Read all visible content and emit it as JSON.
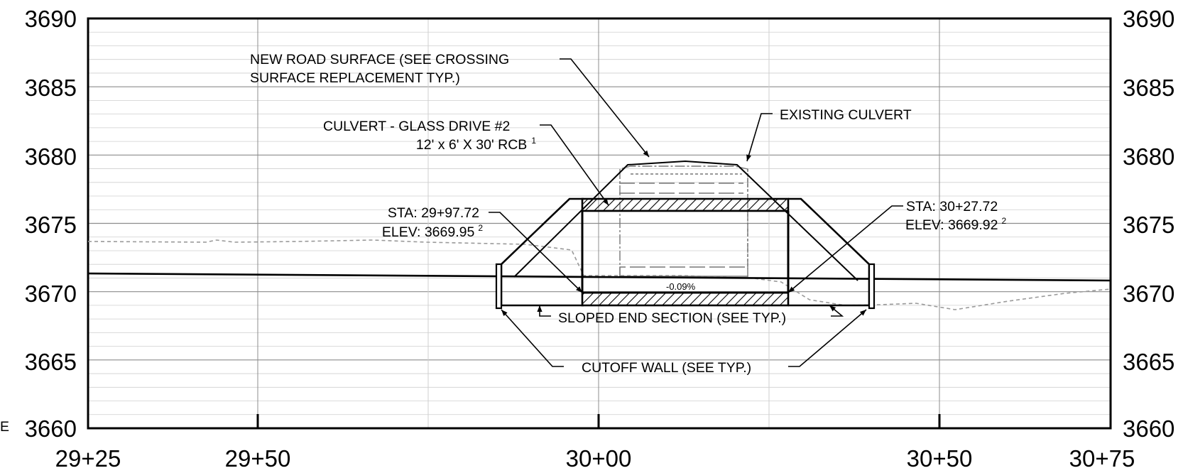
{
  "station_labels": [
    "29+25",
    "29+50",
    "30+00",
    "30+50",
    "30+75"
  ],
  "elevation_labels": [
    "3690",
    "3685",
    "3680",
    "3675",
    "3670",
    "3665",
    "3660"
  ],
  "edge_letter": "E",
  "notes": {
    "new_road_line1": "NEW ROAD SURFACE (SEE CROSSING",
    "new_road_line2": "SURFACE REPLACEMENT TYP.)",
    "existing_culvert": "EXISTING CULVERT",
    "culvert_line1": "CULVERT - GLASS DRIVE #2",
    "culvert_line2": "12' x 6' X 30' RCB",
    "culvert_sup": "1",
    "sta_left": "STA: 29+97.72",
    "elev_left": "ELEV: 3669.95",
    "elev_left_sup": "2",
    "sta_right": "STA: 30+27.72",
    "elev_right": "ELEV: 3669.92",
    "elev_right_sup": "2",
    "slope": "-0.09%",
    "sloped_end": "SLOPED END SECTION (SEE TYP.)",
    "cutoff_wall": "CUTOFF WALL (SEE TYP.)"
  },
  "colors": {
    "major_grid": "#8c8c8c",
    "minor_grid": "#cfcfcf",
    "existing_ground": "#9a9a9a",
    "linework": "#000000"
  }
}
